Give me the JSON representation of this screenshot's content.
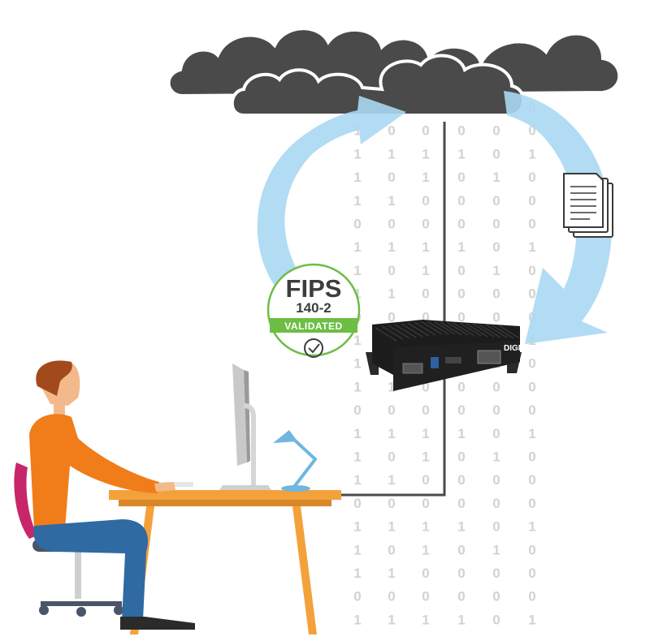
{
  "binary_rows": [
    "0 1 0 0 0 0",
    "1 0 0 0 0 0",
    "1 1 1 1 0 1",
    "1 0 1 0 1 0",
    "1 1 0 0 0 0",
    "0 0 0 0 0 0",
    "1 1 1 1 0 1",
    "1 0 1 0 1 0",
    "1 1 0 0 0 0",
    "0 0 0 0 0 0",
    "1 1 1 1 0 1",
    "1 0 1 0 1 0",
    "1 1 0 0 0 0",
    "0 0 0 0 0 0",
    "1 1 1 1 0 1",
    "1 0 1 0 1 0",
    "1 1 0 0 0 0",
    "0 0 0 0 0 0",
    "1 1 1 1 0 1",
    "1 0 1 0 1 0",
    "1 1 0 0 0 0",
    "0 0 0 0 0 0",
    "1 1 1 1 0 1"
  ],
  "badge": {
    "title": "FIPS",
    "subtitle": "140-2",
    "status": "VALIDATED",
    "accent_color": "#6cbe45"
  },
  "device": {
    "brand": "DIGI"
  },
  "colors": {
    "cloud": "#4a4a4a",
    "arrow": "#a8d8f3",
    "shirt": "#f07d1a",
    "desk": "#f3a13a",
    "chair": "#c8266a"
  },
  "icons": [
    "cloud-icon",
    "sync-arrow-icon",
    "documents-icon",
    "fips-badge-icon",
    "checkmark-icon",
    "gateway-device-icon",
    "desk-lamp-icon",
    "monitor-icon"
  ]
}
